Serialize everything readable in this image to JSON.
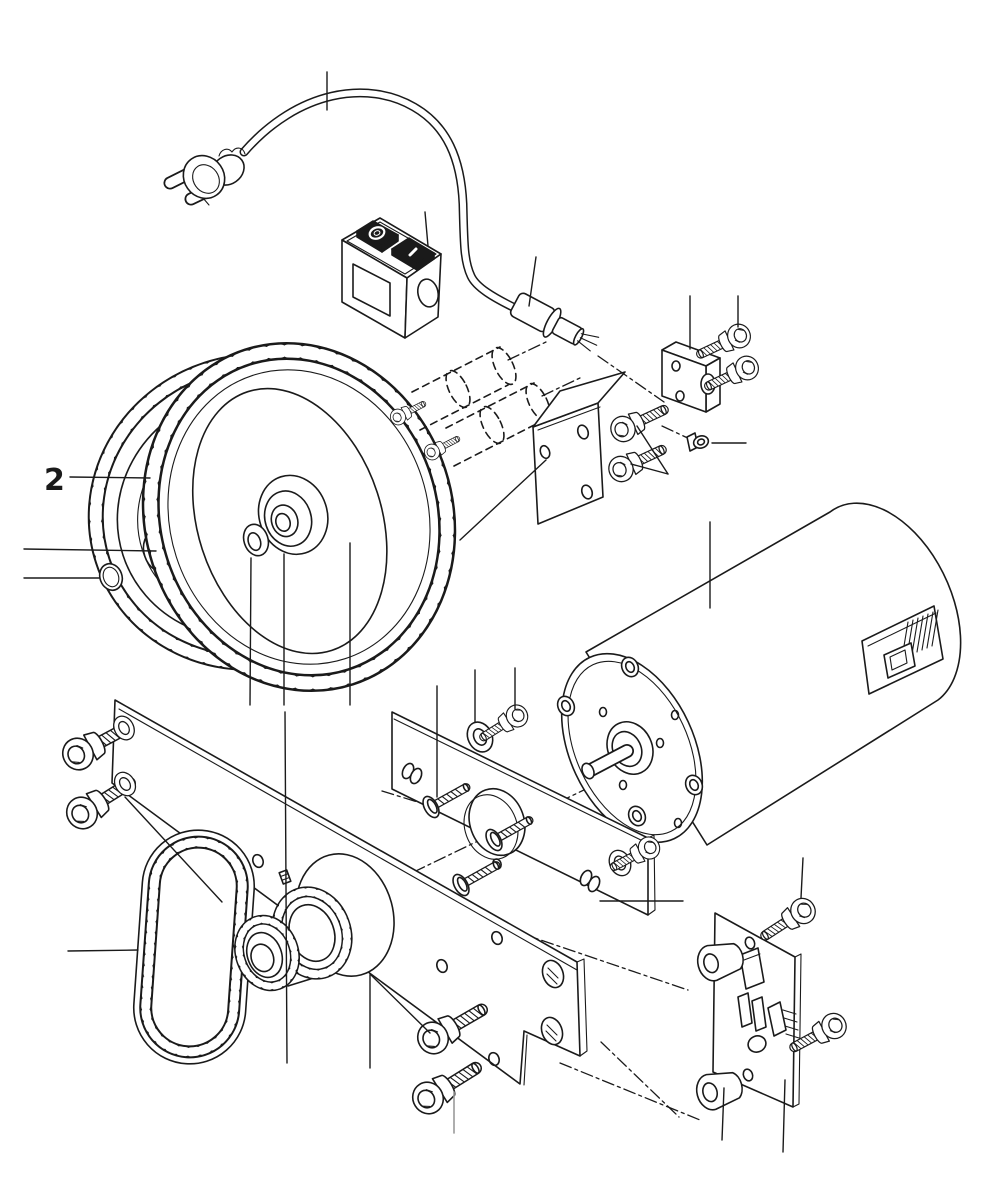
{
  "diagram": {
    "part_label": "2",
    "parts": [
      "power-cord-with-plug",
      "rocker-switch",
      "large-gear-front",
      "large-gear-rear",
      "pinion-gear",
      "bushing-washer",
      "o-ring",
      "hidden-standoffs",
      "cable-clamp-block",
      "angle-bracket",
      "ring-terminal",
      "dc-motor",
      "motor-mount-plate",
      "main-base-plate",
      "timing-belt",
      "toothed-pulley",
      "circuit-board",
      "board-spacers",
      "socket-head-screws",
      "countersunk-screws",
      "washers"
    ],
    "switch_markings": {
      "off_symbol": "O",
      "on_symbol": "I"
    }
  },
  "colors": {
    "line": "#1a1a1a",
    "background": "#ffffff",
    "muted_leader": "#999999"
  }
}
